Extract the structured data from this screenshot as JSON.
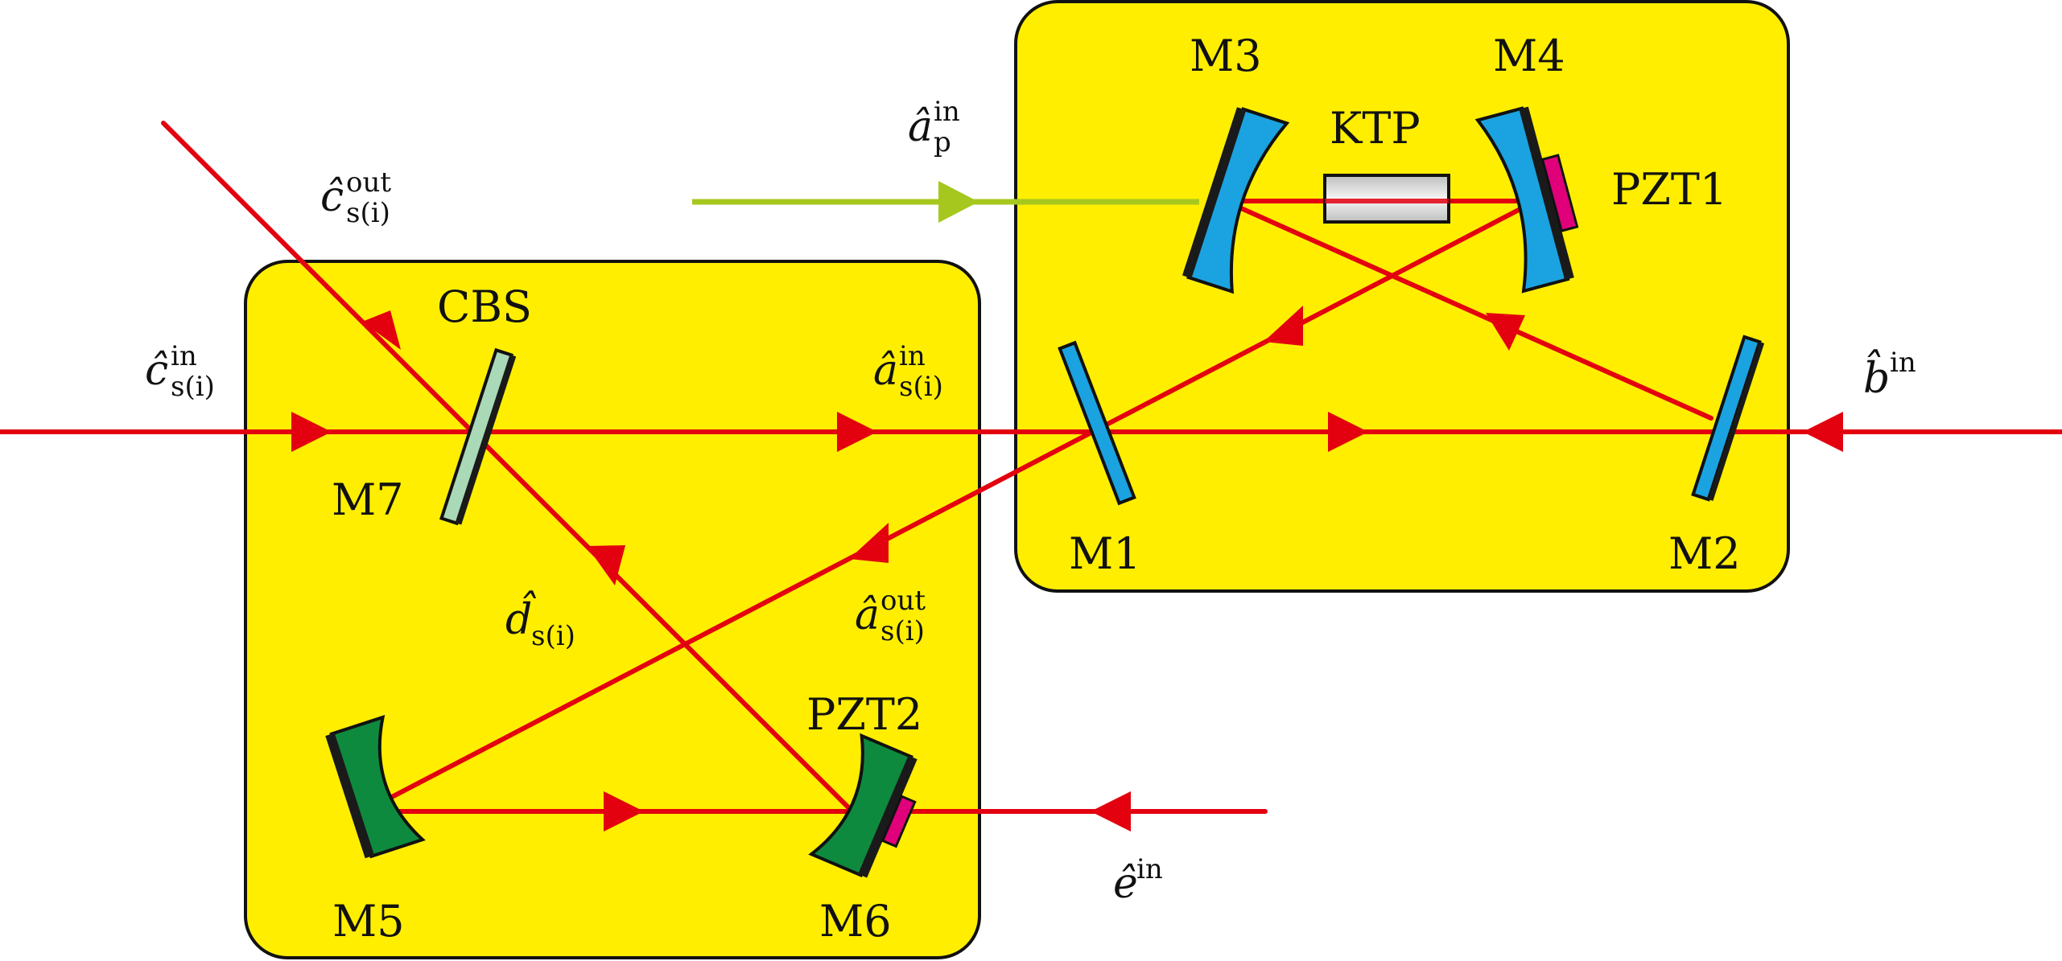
{
  "colors": {
    "panel": "#FFEE00",
    "beam": "#E3000F",
    "pump": "#A6C81E",
    "mirror_blue": "#1AA3E0",
    "mirror_green": "#0E8A3E",
    "mirror_backing": "#1a1a1a",
    "pzt": "#E0007A",
    "cbs": "#A9D9B6",
    "crystal": "#D8D8D8"
  },
  "labels": {
    "m1": "M1",
    "m2": "M2",
    "m3": "M3",
    "m4": "M4",
    "m5": "M5",
    "m6": "M6",
    "m7": "M7",
    "ktp": "KTP",
    "pzt1": "PZT1",
    "pzt2": "PZT2",
    "cbs": "CBS"
  },
  "fields": {
    "a_p_in": {
      "base": "â",
      "sup": "in",
      "sub": "p"
    },
    "c_si_out": {
      "base": "ĉ",
      "sup": "out",
      "sub": "s(i)"
    },
    "c_si_in": {
      "base": "ĉ",
      "sup": "in",
      "sub": "s(i)"
    },
    "a_si_in": {
      "base": "â",
      "sup": "in",
      "sub": "s(i)"
    },
    "b_in": {
      "base": "b̂",
      "sup": "in",
      "sub": ""
    },
    "d_si": {
      "base": "d̂",
      "sup": "",
      "sub": "s(i)"
    },
    "a_si_out": {
      "base": "â",
      "sup": "out",
      "sub": "s(i)"
    },
    "e_in": {
      "base": "ê",
      "sup": "in",
      "sub": ""
    }
  }
}
